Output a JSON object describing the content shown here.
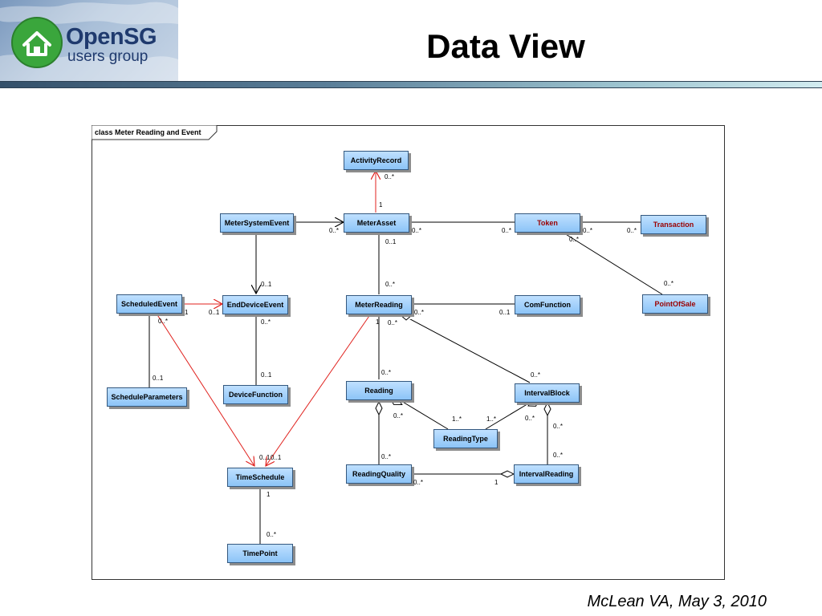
{
  "slide": {
    "title": "Data View",
    "footer": "McLean VA, May 3, 2010"
  },
  "logo": {
    "brand": "OpenSG",
    "tagline": "users group",
    "colors": {
      "circle": "#3aa63c",
      "text": "#1f3a6e",
      "background": "#a9bfd8"
    }
  },
  "diagram": {
    "frame_title": "class Meter Reading and Event",
    "classes": {
      "activity_record": "ActivityRecord",
      "meter_system_event": "MeterSystemEvent",
      "meter_asset": "MeterAsset",
      "token": "Token",
      "transaction": "Transaction",
      "scheduled_event": "ScheduledEvent",
      "end_device_event": "EndDeviceEvent",
      "meter_reading": "MeterReading",
      "com_function": "ComFunction",
      "point_of_sale": "PointOfSale",
      "schedule_parameters": "ScheduleParameters",
      "device_function": "DeviceFunction",
      "reading": "Reading",
      "interval_block": "IntervalBlock",
      "reading_type": "ReadingType",
      "time_schedule": "TimeSchedule",
      "reading_quality": "ReadingQuality",
      "interval_reading": "IntervalReading",
      "time_point": "TimePoint"
    },
    "multiplicities": {
      "ar_asset_top": "0..*",
      "ar_asset_bottom": "1",
      "mse_asset": "0..*",
      "asset_token_left": "0..*",
      "asset_token_right": "0..*",
      "token_transaction_left": "0..*",
      "token_transaction_right": "0..*",
      "token_pos_top": "0..*",
      "token_pos_bottom": "0..*",
      "asset_reading_top": "0..1",
      "asset_reading_bottom": "0..*",
      "mse_ede": "0..1",
      "se_ede_left": "1",
      "se_ede_right": "0..1",
      "se_ts": "0..*",
      "se_sp": "0..1",
      "ede_df_top": "0..*",
      "ede_df_bottom": "0..1",
      "mr_com_left": "0..*",
      "mr_com_right": "0..1",
      "mr_ts": "1",
      "mr_ib": "0..*",
      "mr_reading": "0..*",
      "ib_mr": "0..*",
      "reading_rt": "0..*",
      "rt_reading": "1..*",
      "rt_ib": "1..*",
      "ib_rt": "0..*",
      "reading_rq": "0..*",
      "ib_ir_top": "0..*",
      "ib_ir_bottom": "0..*",
      "rq_ir_left": "0..*",
      "rq_ir_right": "1",
      "ts_in": "0..1",
      "ts_in2": "0..1",
      "ts_tp_top": "1",
      "ts_tp_bottom": "0..*"
    },
    "colors": {
      "class_fill_top": "#bfe0ff",
      "class_fill_bottom": "#8cc4f7",
      "class_border": "#34587e",
      "dependency_arrow": "#e0201c",
      "association": "#000000",
      "highlight_text": "#9a0000"
    }
  }
}
